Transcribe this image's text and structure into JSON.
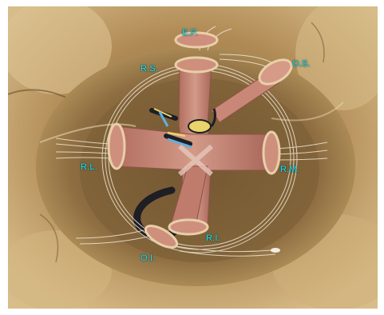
{
  "labels": {
    "ep": "E.P.",
    "rs": "R.S.",
    "os": "O.S.",
    "rl": "R.L.",
    "rm": "R.M.",
    "ri": "R.I.",
    "oi": "O.I."
  },
  "colors": {
    "label": "#1fe0ea",
    "bone": "#c9a66b",
    "orbit_cavity": "#8a6a3e",
    "muscle": "#c98777",
    "tendon_ring": "#e8cfa8",
    "ligament_strands": "#efe6d4",
    "nerve_yellow": "#e9d36a",
    "nerve_blue": "#5fb0e0",
    "vessel_dark": "#1e1e24"
  }
}
